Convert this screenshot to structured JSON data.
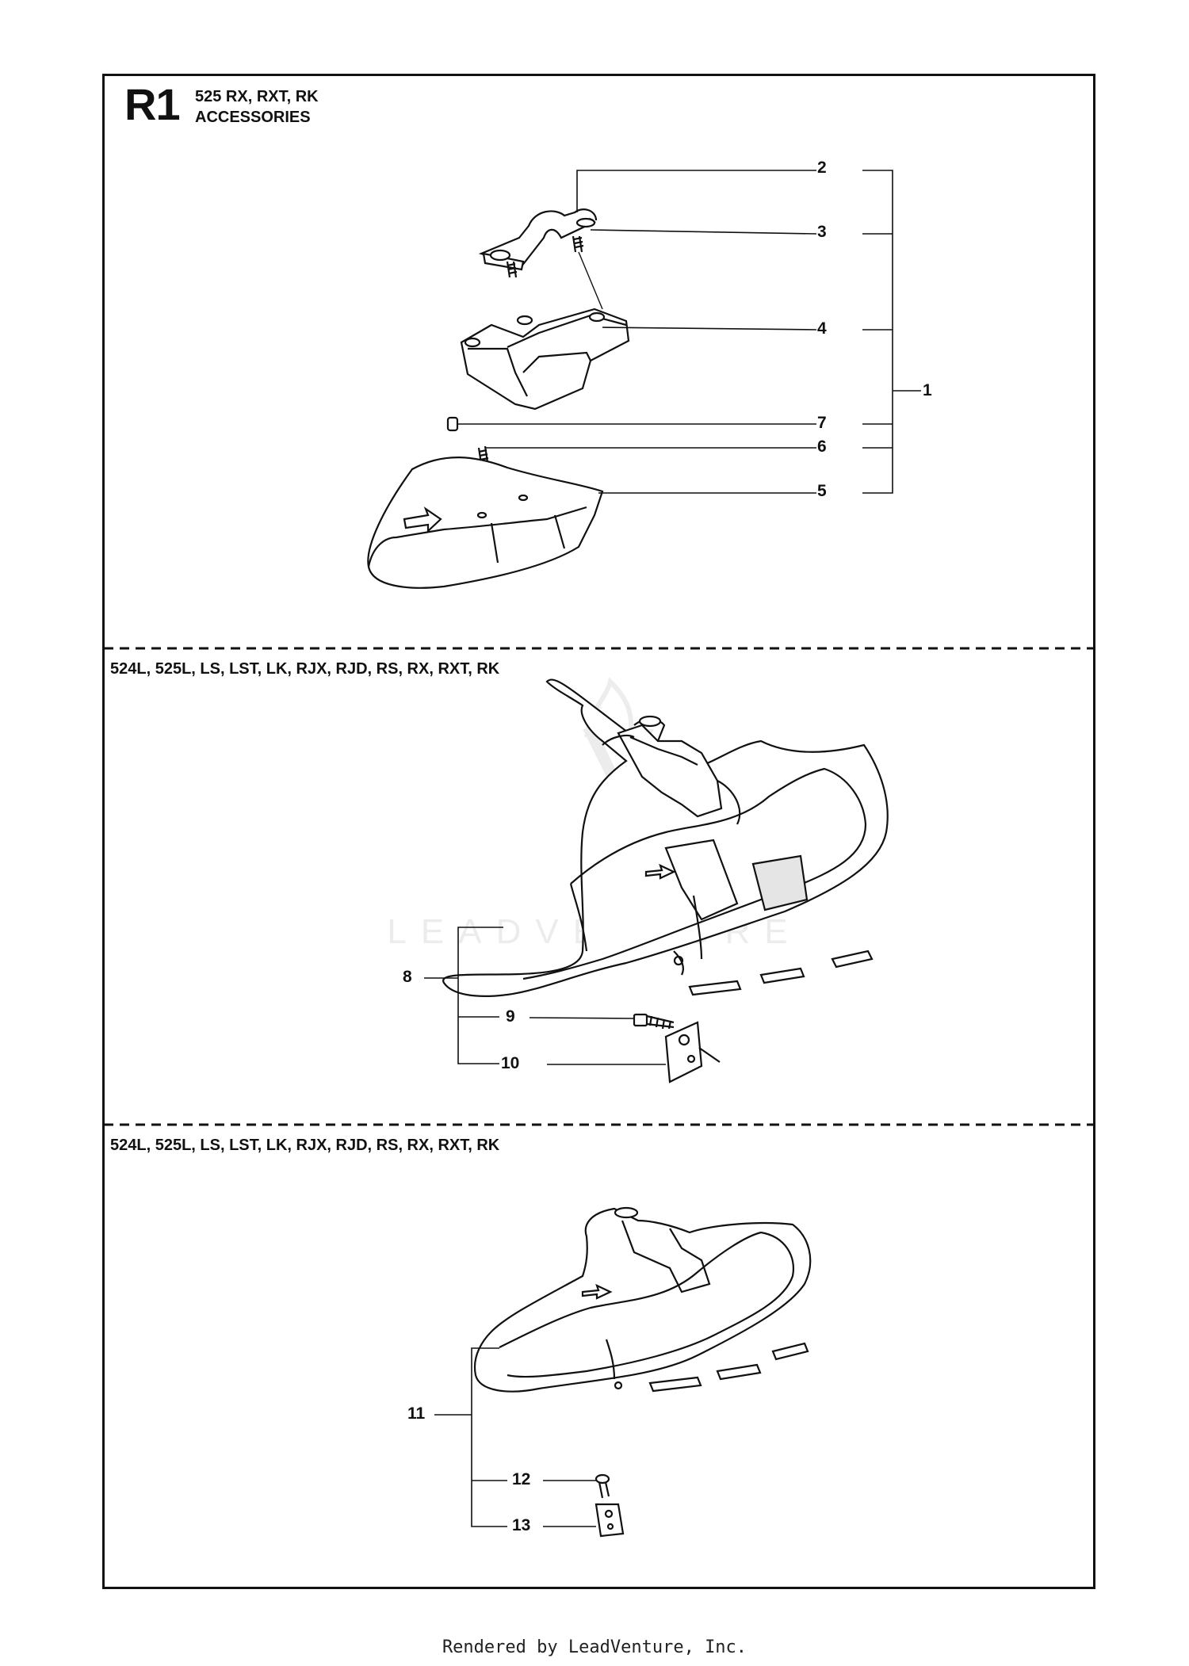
{
  "diagram": {
    "section_code": "R1",
    "header_models": "525 RX, RXT, RK",
    "header_title": "ACCESSORIES",
    "panels": [
      {
        "models": "524L, 525L, LS, LST, LK, RJX, RJD, RS, RX, RXT, RK"
      },
      {
        "models": "524L, 525L, LS, LST, LK, RJX, RJD, RS, RX, RXT, RK"
      }
    ],
    "callouts": [
      "1",
      "2",
      "3",
      "4",
      "5",
      "6",
      "7",
      "8",
      "9",
      "10",
      "11",
      "12",
      "13"
    ],
    "watermark": "LEADVENTURE",
    "footer": "Rendered by LeadVenture, Inc."
  }
}
